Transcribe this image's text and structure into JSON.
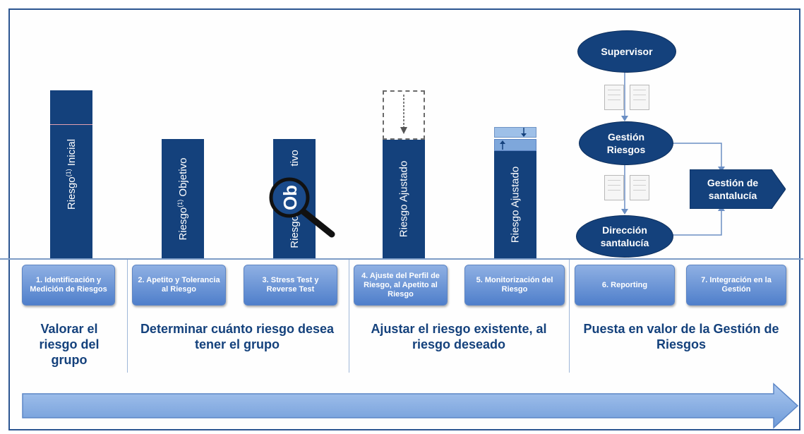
{
  "bars": {
    "b1": "Riesgo(1) Inicial",
    "b2": "Riesgo(1) Objetivo",
    "b3_pre": "Riesgo(1)",
    "b3_zoom": "Ob",
    "b3_post": "tivo",
    "b4": "Riesgo Ajustado",
    "b5": "Riesgo Ajustado"
  },
  "flow": {
    "supervisor": "Supervisor",
    "gestion_riesgos": "Gestión Riesgos",
    "direccion": "Dirección santalucía",
    "gestion_santalucia": "Gestión de santalucía"
  },
  "steps": [
    "1. Identificación y Medición de Riesgos",
    "2. Apetito y Tolerancia al Riesgo",
    "3. Stress Test y Reverse Test",
    "4. Ajuste del Perfil de Riesgo, al Apetito al Riesgo",
    "5. Monitorización del Riesgo",
    "6. Reporting",
    "7. Integración en la Gestión"
  ],
  "phases": [
    "Valorar el riesgo del grupo",
    "Determinar cuánto riesgo desea tener el grupo",
    "Ajustar el riesgo existente, al riesgo deseado",
    "Puesta en valor de la Gestión de Riesgos"
  ],
  "colors": {
    "navy": "#14417c",
    "step_light": "#8fb0e3",
    "step_dark": "#4f7fcb",
    "arrow": "#8fb3e3"
  }
}
